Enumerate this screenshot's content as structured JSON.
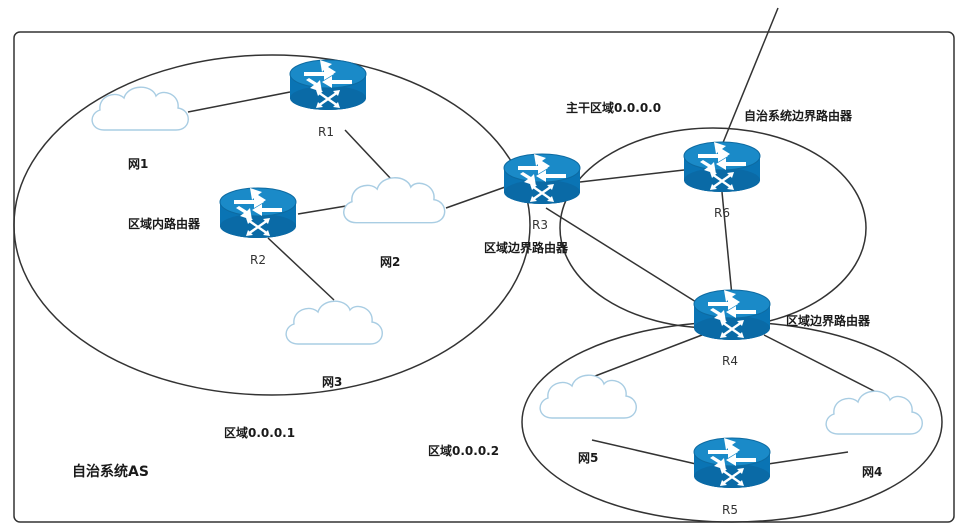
{
  "diagram": {
    "as_label": "自治系统AS",
    "areas": {
      "backbone": "主干区域0.0.0.0",
      "area1": "区域0.0.0.1",
      "area2": "区域0.0.0.2"
    },
    "routers": {
      "r1": "R1",
      "r2": "R2",
      "r3": "R3",
      "r4": "R4",
      "r5": "R5",
      "r6": "R6"
    },
    "networks": {
      "net1": "网1",
      "net2": "网2",
      "net3": "网3",
      "net4": "网4",
      "net5": "网5"
    },
    "roles": {
      "internal": "区域内路由器",
      "abr_r3": "区域边界路由器",
      "abr_r4": "区域边界路由器",
      "asbr": "自治系统边界路由器"
    }
  },
  "colors": {
    "router_top": "#1a8ac8",
    "router_body": "#0070b0",
    "router_dark": "#005a8f",
    "line": "#333333",
    "cloud_fill": "#ffffff",
    "cloud_stroke": "#a9cde3"
  }
}
